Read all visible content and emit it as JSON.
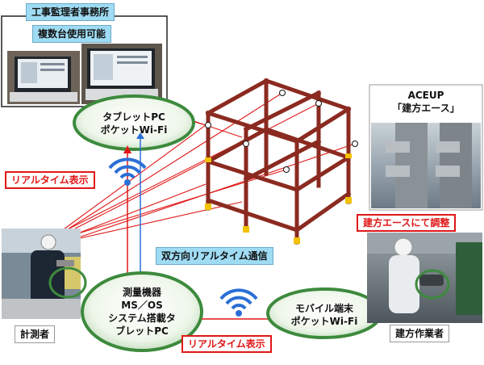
{
  "office": {
    "title": "工事監理者事務所",
    "subtitle": "複数台使用可能"
  },
  "tablet_node": {
    "line1": "タブレットPC",
    "line2": "ポケットWi-Fi"
  },
  "realtime_display_1": "リアルタイム表示",
  "realtime_display_2": "リアルタイム表示",
  "bidirectional": "双方向リアルタイム通信",
  "survey_node": {
    "line1": "測量機器",
    "line2": "MS／OS",
    "line3": "システム搭載タ",
    "line4": "ブレットPC"
  },
  "mobile_node": {
    "line1": "モバイル端末",
    "line2": "ポケットWi-Fi"
  },
  "aceup": {
    "line1": "ACEUP",
    "line2": "「建方エース」"
  },
  "adjust_label": "建方エースにて調整",
  "surveyor_label": "計測者",
  "worker_label": "建方作業者",
  "colors": {
    "steel": "#8b2a20",
    "laser": "#e01818",
    "link_blue": "#2b6fd6",
    "ellipse_fill": "#e3f0de",
    "ellipse_border": "#3d8a3d",
    "label_blue": "#9fdcf4"
  }
}
